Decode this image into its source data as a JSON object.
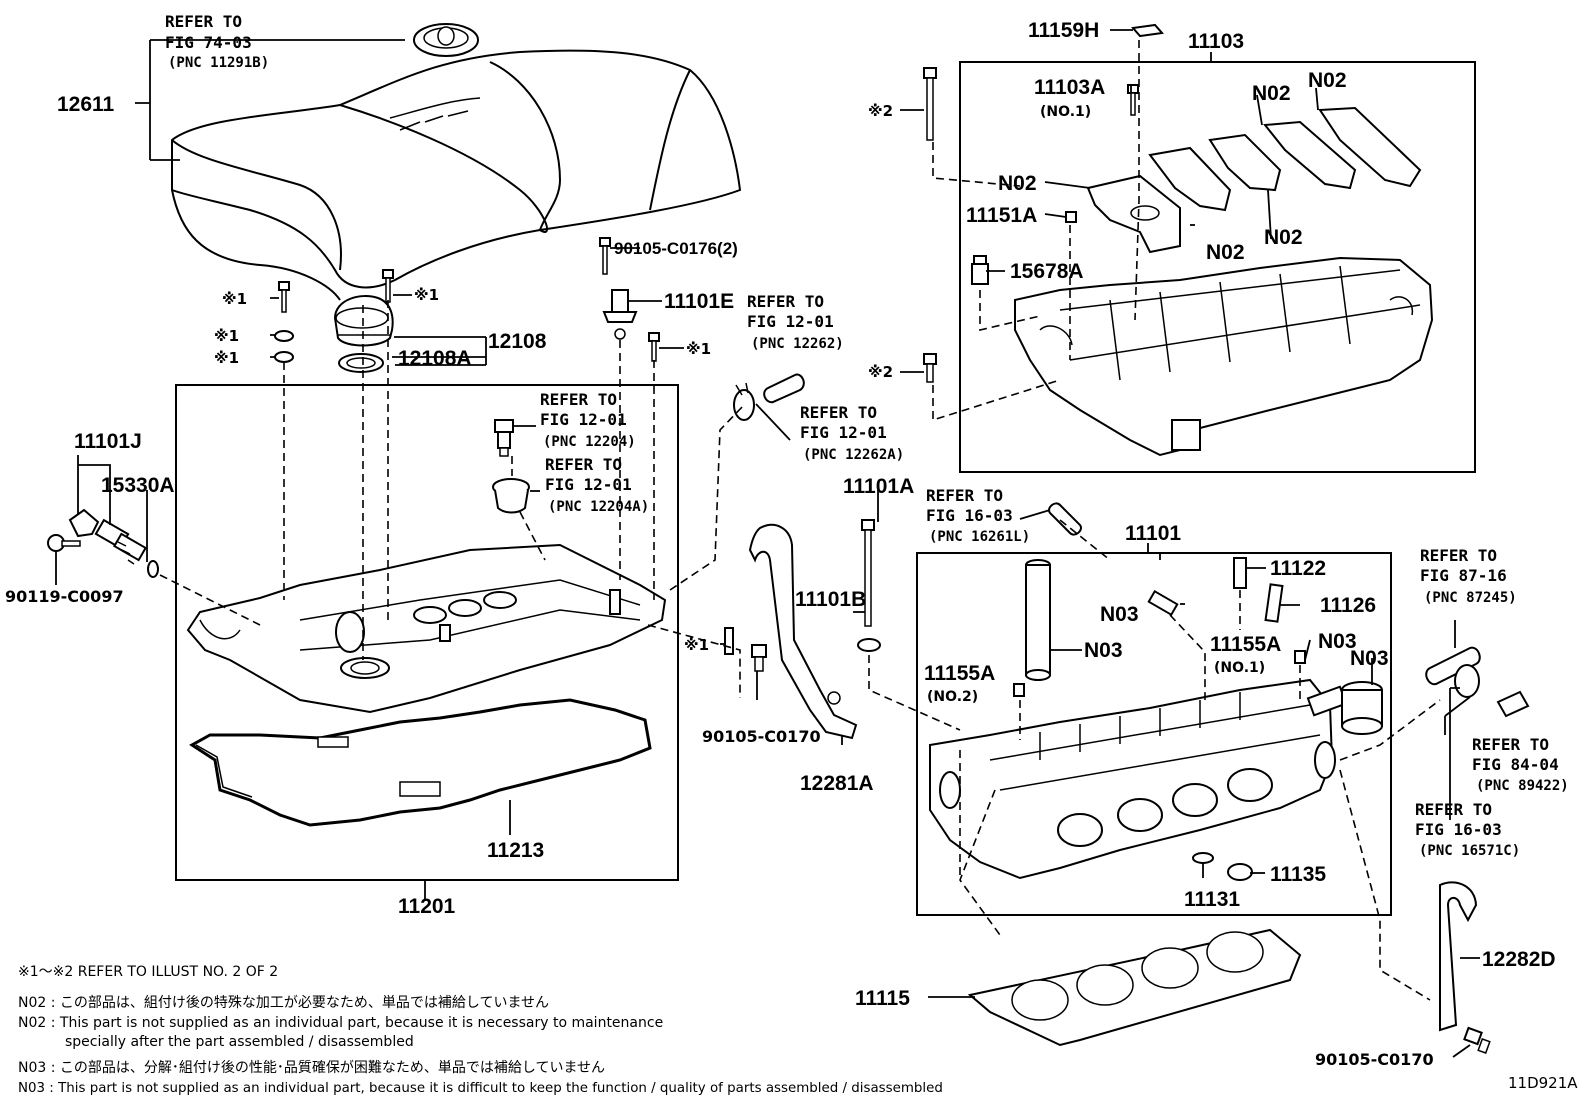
{
  "labels": {
    "p12611": "12611",
    "p12108": "12108",
    "p12108a": "12108A",
    "p11101j": "11101J",
    "p15330a": "15330A",
    "p90119": "90119-C0097",
    "p11213": "11213",
    "p11201": "11201",
    "p90105_0176": "90105-C0176(2)",
    "p11101e": "11101E",
    "p11101a": "11101A",
    "p11101b": "11101B",
    "p90105_0170a": "90105-C0170",
    "p12281a": "12281A",
    "p11159h": "11159H",
    "p11103": "11103",
    "p11103a": "11103A",
    "p11103a_no": "(NO.1)",
    "n02_a": "N02",
    "n02_b": "N02",
    "n02_c": "N02",
    "n02_d": "N02",
    "n02_e": "N02",
    "p11151a": "11151A",
    "p15678a": "15678A",
    "p11101": "11101",
    "p11122": "11122",
    "p11126": "11126",
    "n03_a": "N03",
    "n03_b": "N03",
    "n03_c": "N03",
    "n03_d": "N03",
    "p11155a_1": "11155A",
    "p11155a_1no": "(NO.1)",
    "p11155a_2": "11155A",
    "p11155a_2no": "(NO.2)",
    "p11135": "11135",
    "p11131": "11131",
    "p11115": "11115",
    "p12282d": "12282D",
    "p90105_0170b": "90105-C0170",
    "fig_id": "11D921A"
  },
  "marks": {
    "m1": "※1",
    "m2": "※2"
  },
  "refs": {
    "r74": {
      "l1": "REFER TO",
      "l2": "FIG 74-03",
      "pnc": "(PNC 11291B)"
    },
    "r12262": {
      "l1": "REFER TO",
      "l2": "FIG 12-01",
      "pnc": "(PNC 12262)"
    },
    "r12262a": {
      "l1": "REFER TO",
      "l2": "FIG 12-01",
      "pnc": "(PNC 12262A)"
    },
    "r12204": {
      "l1": "REFER TO",
      "l2": "FIG 12-01",
      "pnc": "(PNC 12204)"
    },
    "r12204a": {
      "l1": "REFER TO",
      "l2": "FIG 12-01",
      "pnc": "(PNC 12204A)"
    },
    "r16261l": {
      "l1": "REFER TO",
      "l2": "FIG 16-03",
      "pnc": "(PNC 16261L)"
    },
    "r87245": {
      "l1": "REFER TO",
      "l2": "FIG 87-16",
      "pnc": "(PNC 87245)"
    },
    "r89422": {
      "l1": "REFER TO",
      "l2": "FIG 84-04",
      "pnc": "(PNC 89422)"
    },
    "r16571c": {
      "l1": "REFER TO",
      "l2": "FIG 16-03",
      "pnc": "(PNC 16571C)"
    }
  },
  "notes": {
    "illust": "※1〜※2  REFER TO ILLUST NO. 2 OF 2",
    "n02_jp": "N02 : この部品は、組付け後の特殊な加工が必要なため、単品では補給していません",
    "n02_en1": "N02 : This part is not supplied as an individual part, because it is necessary to maintenance",
    "n02_en2": "specially after the part assembled / disassembled",
    "n03_jp": "N03 : この部品は、分解･組付け後の性能･品質確保が困難なため、単品では補給していません",
    "n03_en": "N03 : This part is not supplied as an individual part, because it is difficult to keep the function / quality of parts  assembled / disassembled"
  }
}
